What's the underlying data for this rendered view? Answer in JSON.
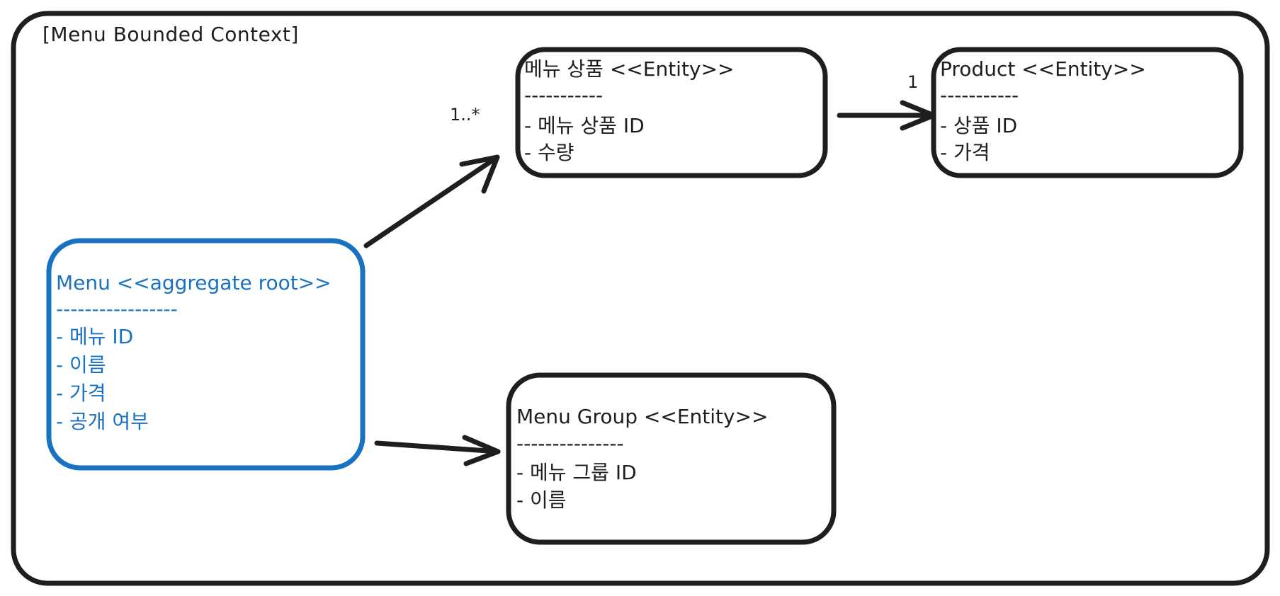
{
  "context": {
    "title": "[Menu Bounded Context]"
  },
  "boxes": {
    "menu": {
      "title": "Menu <<aggregate root>>",
      "divider": "-----------------",
      "fields": [
        "- 메뉴 ID",
        "- 이름",
        "- 가격",
        "- 공개 여부"
      ],
      "color": "#1971c2"
    },
    "menu_product": {
      "title": "메뉴 상품 <<Entity>>",
      "divider": "-----------",
      "fields": [
        "- 메뉴 상품 ID",
        "- 수량"
      ]
    },
    "product": {
      "title": "Product <<Entity>>",
      "divider": "-----------",
      "fields": [
        "- 상품 ID",
        "- 가격"
      ]
    },
    "menu_group": {
      "title": "Menu Group <<Entity>>",
      "divider": "---------------",
      "fields": [
        "- 메뉴 그룹 ID",
        "- 이름"
      ]
    }
  },
  "relations": {
    "menu_to_menu_product": {
      "multiplicity": "1..*"
    },
    "menu_product_to_product": {
      "multiplicity": "1"
    }
  },
  "colors": {
    "stroke": "#1e1e1e",
    "accent": "#1971c2",
    "background": "#ffffff"
  }
}
